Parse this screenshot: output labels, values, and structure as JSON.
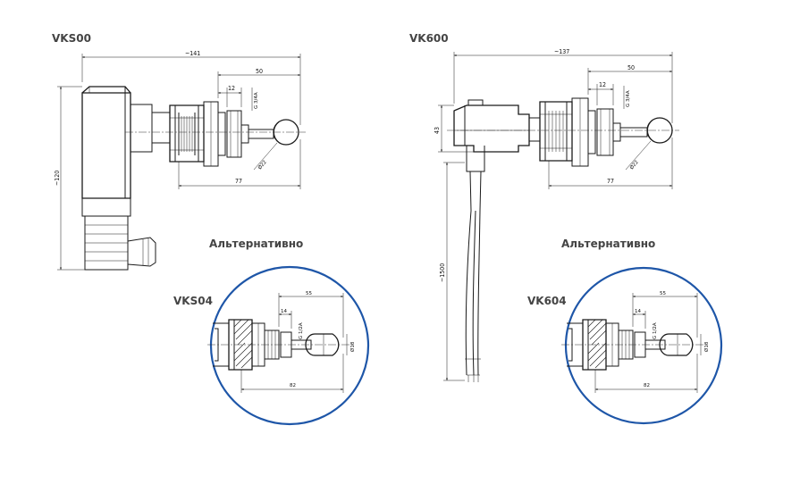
{
  "titles": {
    "vks00": "VKS00",
    "vk600": "VK600",
    "vks04": "VKS04",
    "vk604": "VK604",
    "alt_left": "Альтернативно",
    "alt_right": "Альтернативно"
  },
  "dims_vks00": {
    "overall_length": "~141",
    "height": "~120",
    "top_50": "50",
    "d12": "12",
    "thread": "G 3/4A",
    "ball": "Ø22",
    "bottom_77": "77"
  },
  "dims_vk600": {
    "overall_length": "~137",
    "height": "43",
    "cable": "~1500",
    "top_50": "50",
    "d12": "12",
    "thread": "G 3/4A",
    "ball": "Ø22",
    "bottom_77": "77"
  },
  "dims_vks04": {
    "top_55": "55",
    "d14": "14",
    "thread": "G 1/2A",
    "ball": "Ø18",
    "bottom_82": "82"
  },
  "dims_vk604": {
    "top_55": "55",
    "d14": "14",
    "thread": "G 1/2A",
    "ball": "Ø18",
    "bottom_82": "82"
  },
  "colors": {
    "circle": "#1e56a8",
    "line": "#1a1a1a",
    "title": "#444444"
  }
}
